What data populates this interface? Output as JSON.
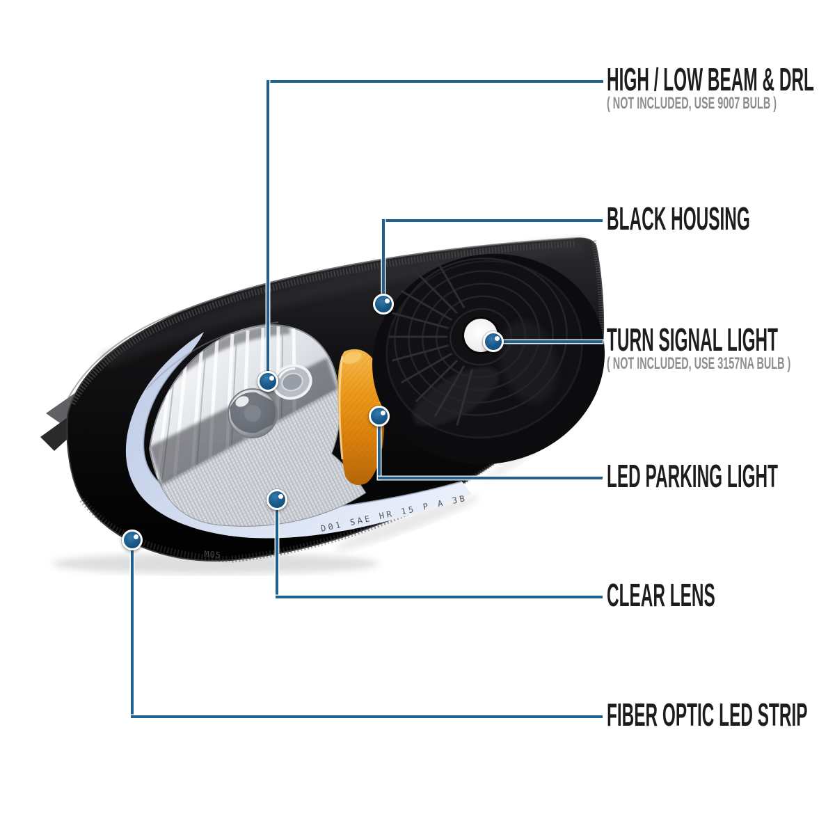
{
  "theme": {
    "canvas": "#ffffff",
    "line": "#20608f",
    "dot": "#14507f",
    "ink": "#1d1d1f",
    "subink": "#8d8d90",
    "halo": "rgba(255,255,255,0.92)",
    "amber": "#df8d13",
    "led_strip": "#d6e0f2"
  },
  "figure": {
    "type": "product-callout-diagram",
    "lens_markings": {
      "mark1": "M05",
      "mark2": "D01 SAE HR 15 P A 3B"
    }
  },
  "callouts": [
    {
      "label": "HIGH / LOW BEAM & DRL",
      "sublabel": "( NOT INCLUDED, USE  9007 BULB )"
    },
    {
      "label": "BLACK HOUSING"
    },
    {
      "label": "TURN SIGNAL LIGHT",
      "sublabel": "( NOT INCLUDED, USE  3157NA  BULB )"
    },
    {
      "label": "LED PARKING LIGHT"
    },
    {
      "label": "CLEAR LENS"
    },
    {
      "label": "FIBER OPTIC LED STRIP"
    }
  ]
}
